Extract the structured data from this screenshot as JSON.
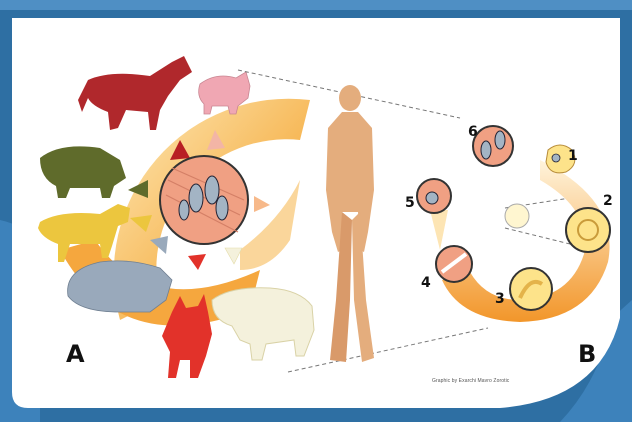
{
  "labels": {
    "a": "A",
    "b": "B"
  },
  "stages": [
    "1",
    "2",
    "3",
    "4",
    "5",
    "6"
  ],
  "credit": "Graphic by Exarchi Mavro Zorotic",
  "colors": {
    "blue_frame": "#2e6fa3",
    "orange_arc": "#f2a43a",
    "human_skin": "#e4ad7d",
    "muscle_pink": "#f0a083",
    "horse": "#b0282c",
    "pig": "#f0a7b3",
    "boar": "#5f6b2b",
    "dog": "#ecc63e",
    "seal": "#99a9bb",
    "fox": "#e2322a",
    "polar_bear": "#f4f1dc"
  },
  "animals": [
    "horse",
    "pig",
    "wild-boar",
    "dog",
    "seal",
    "fox",
    "polar-bear"
  ]
}
